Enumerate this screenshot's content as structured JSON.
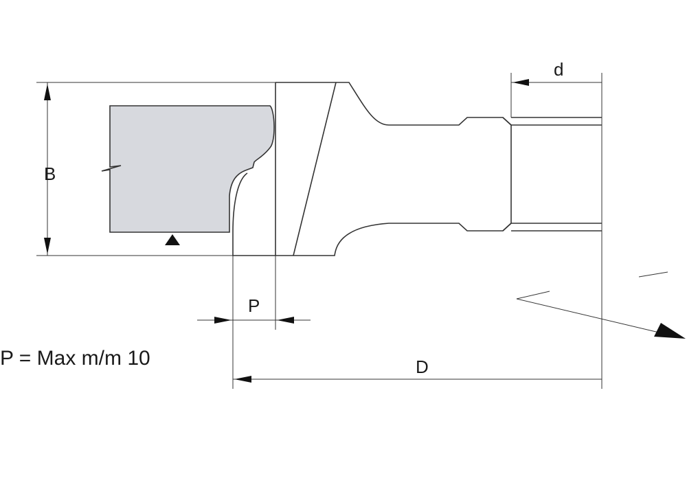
{
  "labels": {
    "B": "B",
    "P": "P",
    "d": "d",
    "D": "D"
  },
  "formula": "P = Max m/m 10",
  "colors": {
    "workpiece_fill": "#d7d9de",
    "line": "#333333",
    "arrow": "#111111"
  }
}
